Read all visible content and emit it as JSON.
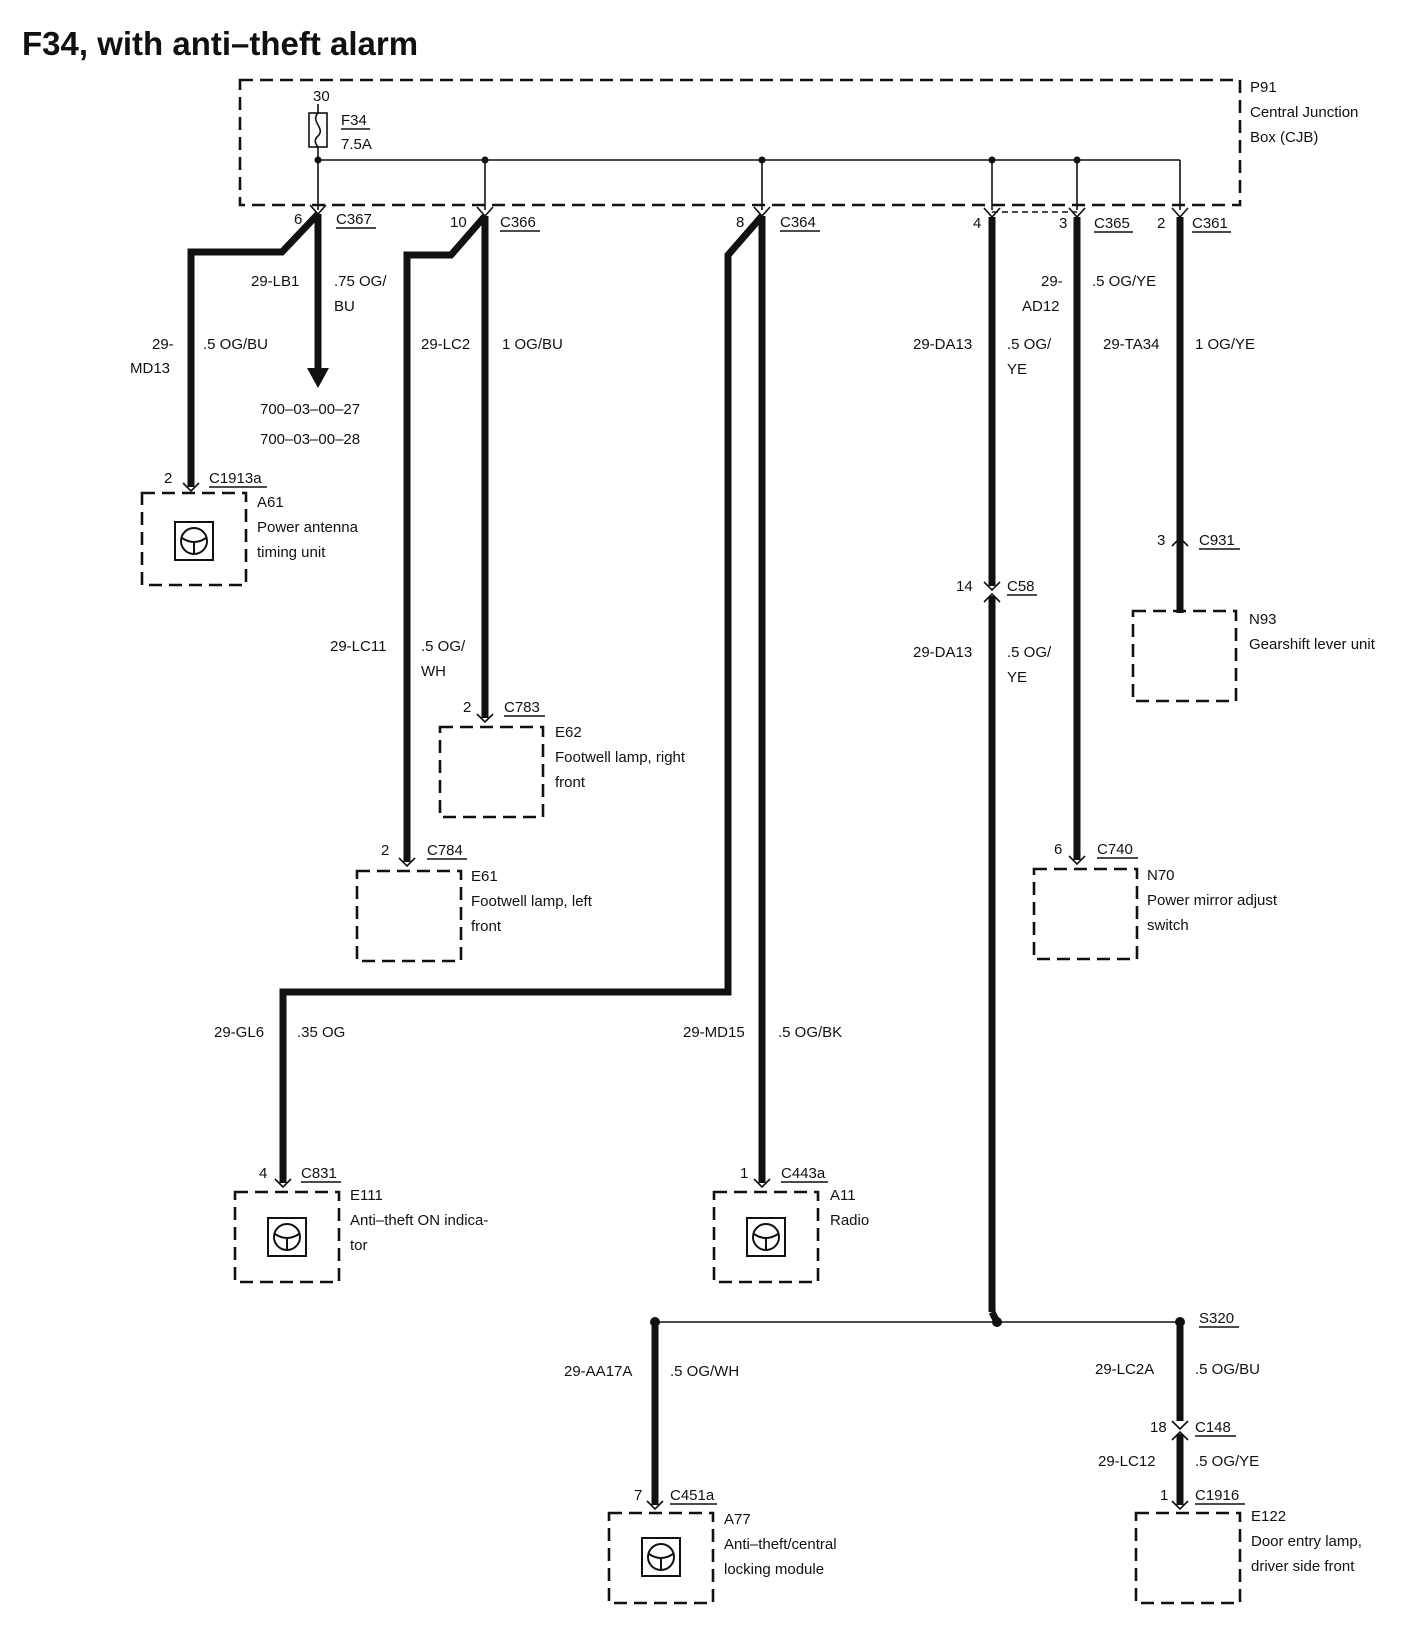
{
  "title": "F34, with anti–theft alarm",
  "cjb": {
    "ref": "P91",
    "name_line1": "Central Junction",
    "name_line2": "Box (CJB)",
    "terminal": "30",
    "fuse": "F34",
    "rating": "7.5A"
  },
  "connectors": {
    "c367": {
      "pin": "6",
      "name": "C367"
    },
    "c366": {
      "pin": "10",
      "name": "C366"
    },
    "c364": {
      "pin": "8",
      "name": "C364"
    },
    "c365a": {
      "pin": "4",
      "name": ""
    },
    "c365b": {
      "pin": "3",
      "name": "C365"
    },
    "c361": {
      "pin": "2",
      "name": "C361"
    },
    "c1913a": {
      "pin": "2",
      "name": "C1913a"
    },
    "c783": {
      "pin": "2",
      "name": "C783"
    },
    "c784": {
      "pin": "2",
      "name": "C784"
    },
    "c58": {
      "pin": "14",
      "name": "C58"
    },
    "c931": {
      "pin": "3",
      "name": "C931"
    },
    "c740": {
      "pin": "6",
      "name": "C740"
    },
    "c831": {
      "pin": "4",
      "name": "C831"
    },
    "c443a": {
      "pin": "1",
      "name": "C443a"
    },
    "c451a": {
      "pin": "7",
      "name": "C451a"
    },
    "c148": {
      "pin": "18",
      "name": "C148"
    },
    "c1916": {
      "pin": "1",
      "name": "C1916"
    },
    "s320": {
      "name": "S320"
    }
  },
  "wires": {
    "md13": {
      "code1": "29-",
      "code2": "MD13",
      "spec": ".5 OG/BU"
    },
    "lb1": {
      "code": "29-LB1",
      "spec1": ".75 OG/",
      "spec2": "BU"
    },
    "lc2": {
      "code": "29-LC2",
      "spec": "1 OG/BU"
    },
    "lc11": {
      "code": "29-LC11",
      "spec1": ".5 OG/",
      "spec2": "WH"
    },
    "da13_top": {
      "code": "29-DA13",
      "spec1": ".5 OG/",
      "spec2": "YE"
    },
    "da13_mid": {
      "code": "29-DA13",
      "spec1": ".5 OG/",
      "spec2": "YE"
    },
    "ad12": {
      "code1": "29-",
      "code2": "AD12",
      "spec": ".5 OG/YE"
    },
    "ta34": {
      "code": "29-TA34",
      "spec": "1 OG/YE"
    },
    "gl6": {
      "code": "29-GL6",
      "spec": ".35 OG"
    },
    "md15": {
      "code": "29-MD15",
      "spec": ".5 OG/BK"
    },
    "aa17a": {
      "code": "29-AA17A",
      "spec": ".5 OG/WH"
    },
    "lc2a": {
      "code": "29-LC2A",
      "spec": ".5 OG/BU"
    },
    "lc12": {
      "code": "29-LC12",
      "spec": ".5 OG/YE"
    }
  },
  "references": {
    "ref1": "700–03–00–27",
    "ref2": "700–03–00–28"
  },
  "components": {
    "a61": {
      "ref": "A61",
      "line1": "Power antenna",
      "line2": "timing unit"
    },
    "e62": {
      "ref": "E62",
      "line1": "Footwell lamp, right",
      "line2": "front"
    },
    "e61": {
      "ref": "E61",
      "line1": "Footwell lamp, left",
      "line2": "front"
    },
    "n93": {
      "ref": "N93",
      "line1": "Gearshift lever unit"
    },
    "n70": {
      "ref": "N70",
      "line1": "Power mirror adjust",
      "line2": "switch"
    },
    "e111": {
      "ref": "E111",
      "line1": "Anti–theft ON indica-",
      "line2": "tor"
    },
    "a11": {
      "ref": "A11",
      "line1": "Radio"
    },
    "a77": {
      "ref": "A77",
      "line1": "Anti–theft/central",
      "line2": "locking module"
    },
    "e122": {
      "ref": "E122",
      "line1": "Door entry lamp,",
      "line2": "driver side front"
    }
  }
}
